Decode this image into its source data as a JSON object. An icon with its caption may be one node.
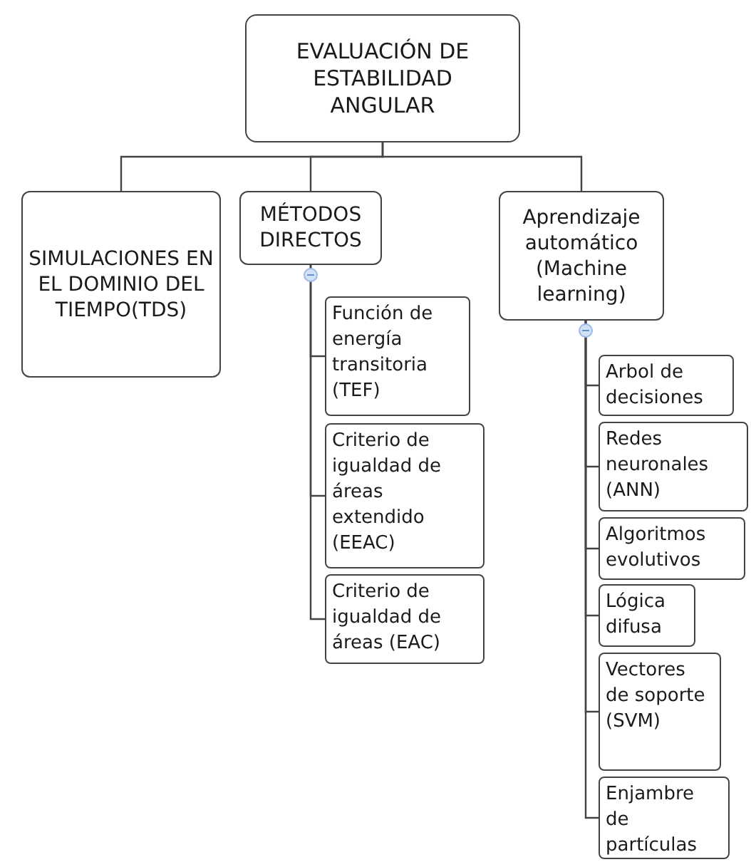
{
  "diagram": {
    "nodes": [
      {
        "text": [
          "EVALUACIÓN DE ESTABILIDAD ANGULAR"
        ]
      },
      {
        "text": [
          "SIMULACIONES EN EL DOMINIO DEL TIEMPO(TDS)"
        ]
      },
      {
        "text": [
          "MÉTODOS DIRECTOS"
        ]
      },
      {
        "text": [
          "Aprendizaje automático (Machine learning)"
        ]
      },
      {
        "text": [
          "Función de energía transitoria (TEF)"
        ]
      },
      {
        "text": [
          "Criterio de igualdad de áreas extendido (EEAC)"
        ]
      },
      {
        "text": [
          "Criterio de igualdad de áreas (EAC)"
        ]
      },
      {
        "text": [
          "Arbol de decisiones"
        ]
      },
      {
        "text": [
          "Redes neuronales (ANN)"
        ]
      },
      {
        "text": [
          "Algoritmos evolutivos"
        ]
      },
      {
        "text": [
          "Lógica difusa"
        ]
      },
      {
        "text": [
          "Vectores de soporte (SVM)"
        ]
      },
      {
        "text": [
          "Enjambre de partículas"
        ]
      }
    ],
    "edges": [
      {
        "from": 0,
        "to": 1,
        "arrow": "none"
      },
      {
        "from": 0,
        "to": 2,
        "arrow": "none"
      },
      {
        "from": 0,
        "to": 3,
        "arrow": "none"
      },
      {
        "from": 2,
        "to": 4,
        "arrow": "none"
      },
      {
        "from": 2,
        "to": 5,
        "arrow": "none"
      },
      {
        "from": 2,
        "to": 6,
        "arrow": "none"
      },
      {
        "from": 3,
        "to": 7,
        "arrow": "none"
      },
      {
        "from": 3,
        "to": 8,
        "arrow": "none"
      },
      {
        "from": 3,
        "to": 9,
        "arrow": "none"
      },
      {
        "from": 3,
        "to": 10,
        "arrow": "none"
      },
      {
        "from": 3,
        "to": 11,
        "arrow": "none"
      },
      {
        "from": 3,
        "to": 12,
        "arrow": "none"
      }
    ]
  }
}
